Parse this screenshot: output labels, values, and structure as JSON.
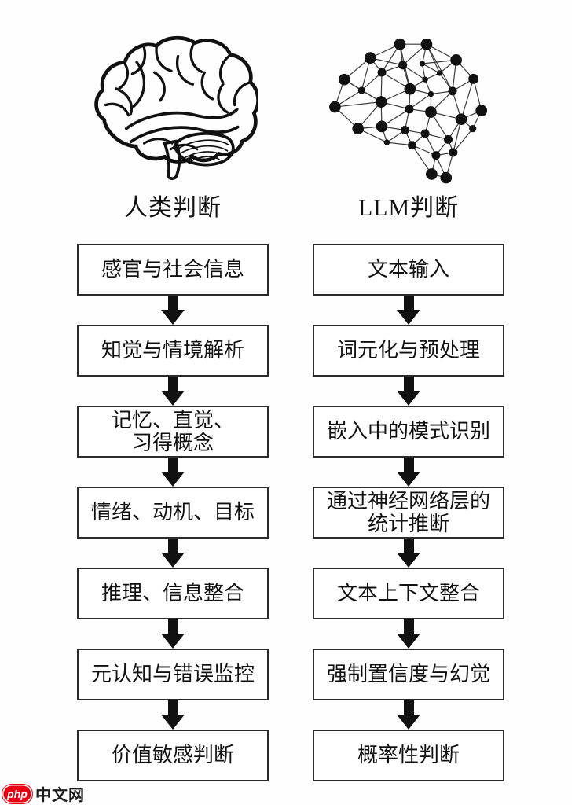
{
  "figure": {
    "left": {
      "icon": "human-brain-icon",
      "title": "人类判断",
      "steps": [
        "感官与社会信息",
        "知觉与情境解析",
        "记忆、直觉、\n习得概念",
        "情绪、动机、目标",
        "推理、信息整合",
        "元认知与错误监控",
        "价值敏感判断"
      ]
    },
    "right": {
      "icon": "neural-network-brain-icon",
      "title": "LLM判断",
      "steps": [
        "文本输入",
        "词元化与预处理",
        "嵌入中的模式识别",
        "通过神经网络层的\n统计推断",
        "文本上下文整合",
        "强制置信度与幻觉",
        "概率性判断"
      ]
    }
  },
  "watermark": {
    "logo_text": "php",
    "site_text": "中文网",
    "logo_color": "#e60012"
  },
  "colors": {
    "background": "#ffffff",
    "box_border": "#2b2b2b",
    "text": "#111111",
    "arrow": "#111111"
  }
}
